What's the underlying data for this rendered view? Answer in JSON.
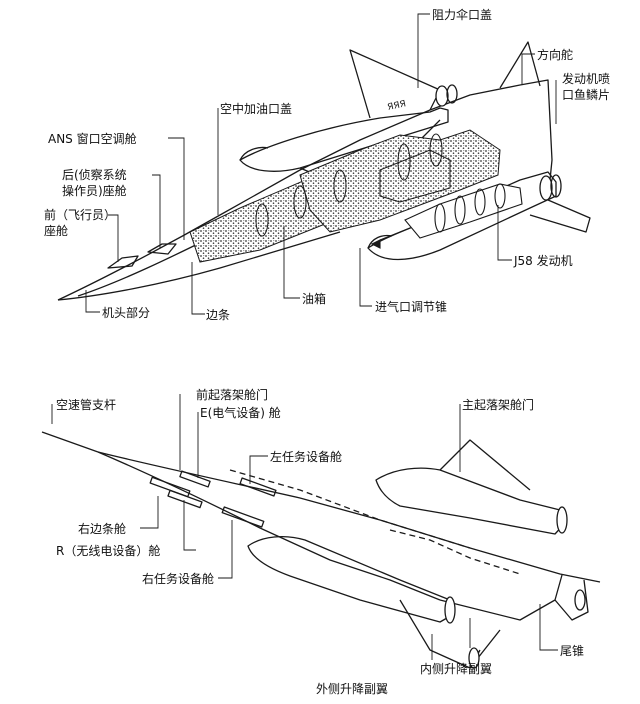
{
  "diagram_top": {
    "labels": {
      "drag_chute_door": "阻力伞口盖",
      "rudder": "方向舵",
      "nozzle_flaps_1": "发动机喷",
      "nozzle_flaps_2": "口鱼鳞片",
      "aerial_refuel_door": "空中加油口盖",
      "ans_bay": "ANS 窗口空调舱",
      "rear_cockpit_1": "后(侦察系统",
      "rear_cockpit_2": "操作员)座舱",
      "front_cockpit_1": "前（飞行员）",
      "front_cockpit_2": "座舱",
      "engine": "J58 发动机",
      "nose_section": "机头部分",
      "chine": "边条",
      "fuel_tank": "油箱",
      "inlet_spike": "进气口调节锥"
    },
    "tail_marking": "ЯЯЯ"
  },
  "diagram_bottom": {
    "labels": {
      "pitot_boom": "空速管支杆",
      "nose_gear_door": "前起落架舱门",
      "e_bay": "E(电气设备) 舱",
      "main_gear_door": "主起落架舱门",
      "left_mission_bay": "左任务设备舱",
      "right_chine_bay": "右边条舱",
      "r_bay": "R（无线电设备）舱",
      "right_mission_bay": "右任务设备舱",
      "tail_cone": "尾锥",
      "inboard_elevon": "内侧升降副翼",
      "outboard_elevon": "外侧升降副翼"
    }
  },
  "colors": {
    "ink": "#1a1a1a",
    "paper": "#ffffff",
    "stipple": "#4a4a4a"
  }
}
